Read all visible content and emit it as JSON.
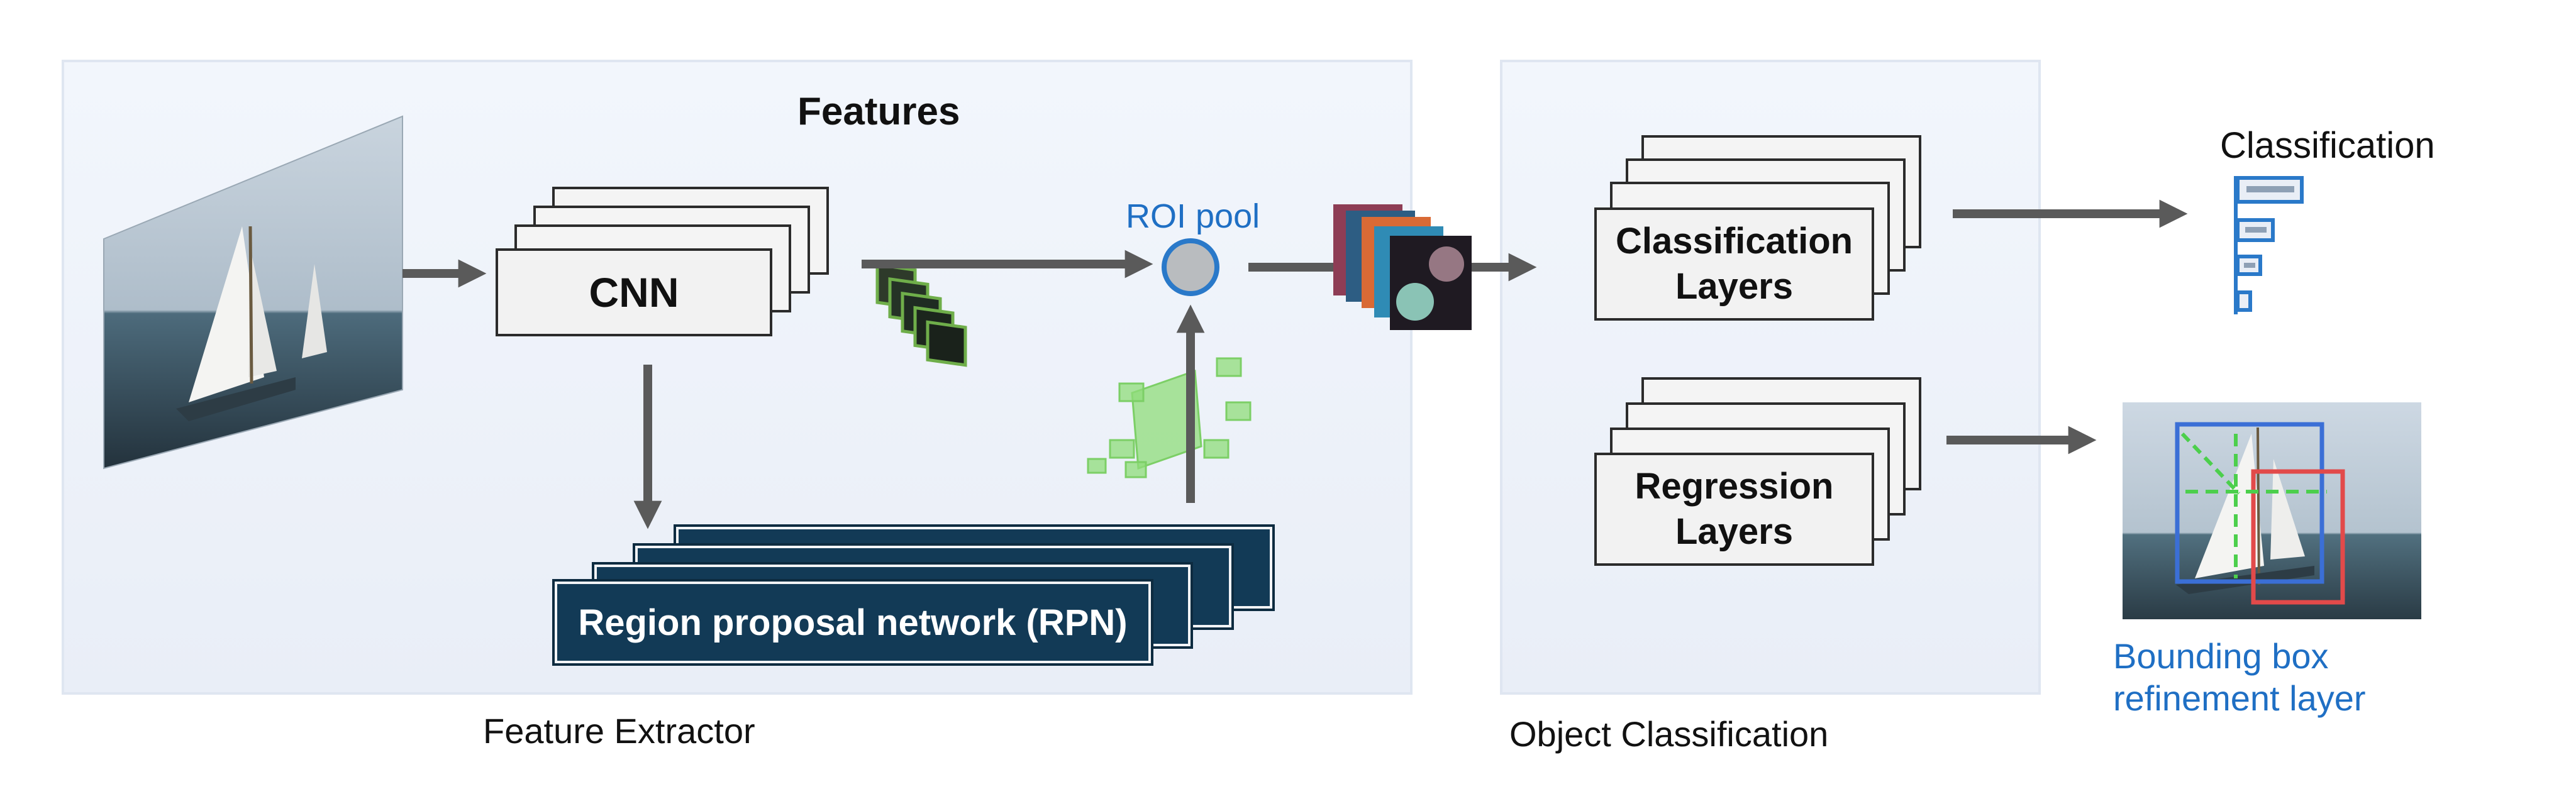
{
  "feature_extractor": {
    "caption": "Feature Extractor",
    "cnn_label": "CNN",
    "features_label": "Features",
    "roi_pool_label": "ROI pool",
    "rpn_label": "Region proposal network (RPN)"
  },
  "object_classification": {
    "caption": "Object Classification",
    "classification_layers_label": "Classification\nLayers",
    "regression_layers_label": "Regression\nLayers"
  },
  "outputs": {
    "classification_label": "Classification",
    "bbox_label": "Bounding box\nrefinement layer"
  },
  "colors": {
    "panel": "#edf1f8",
    "rpn": "#123a56",
    "accent_blue": "#1f6fc4",
    "arrow": "#5a5a5a",
    "bbox_red": "#e24a4a",
    "grid_green": "#4ccf4c"
  }
}
